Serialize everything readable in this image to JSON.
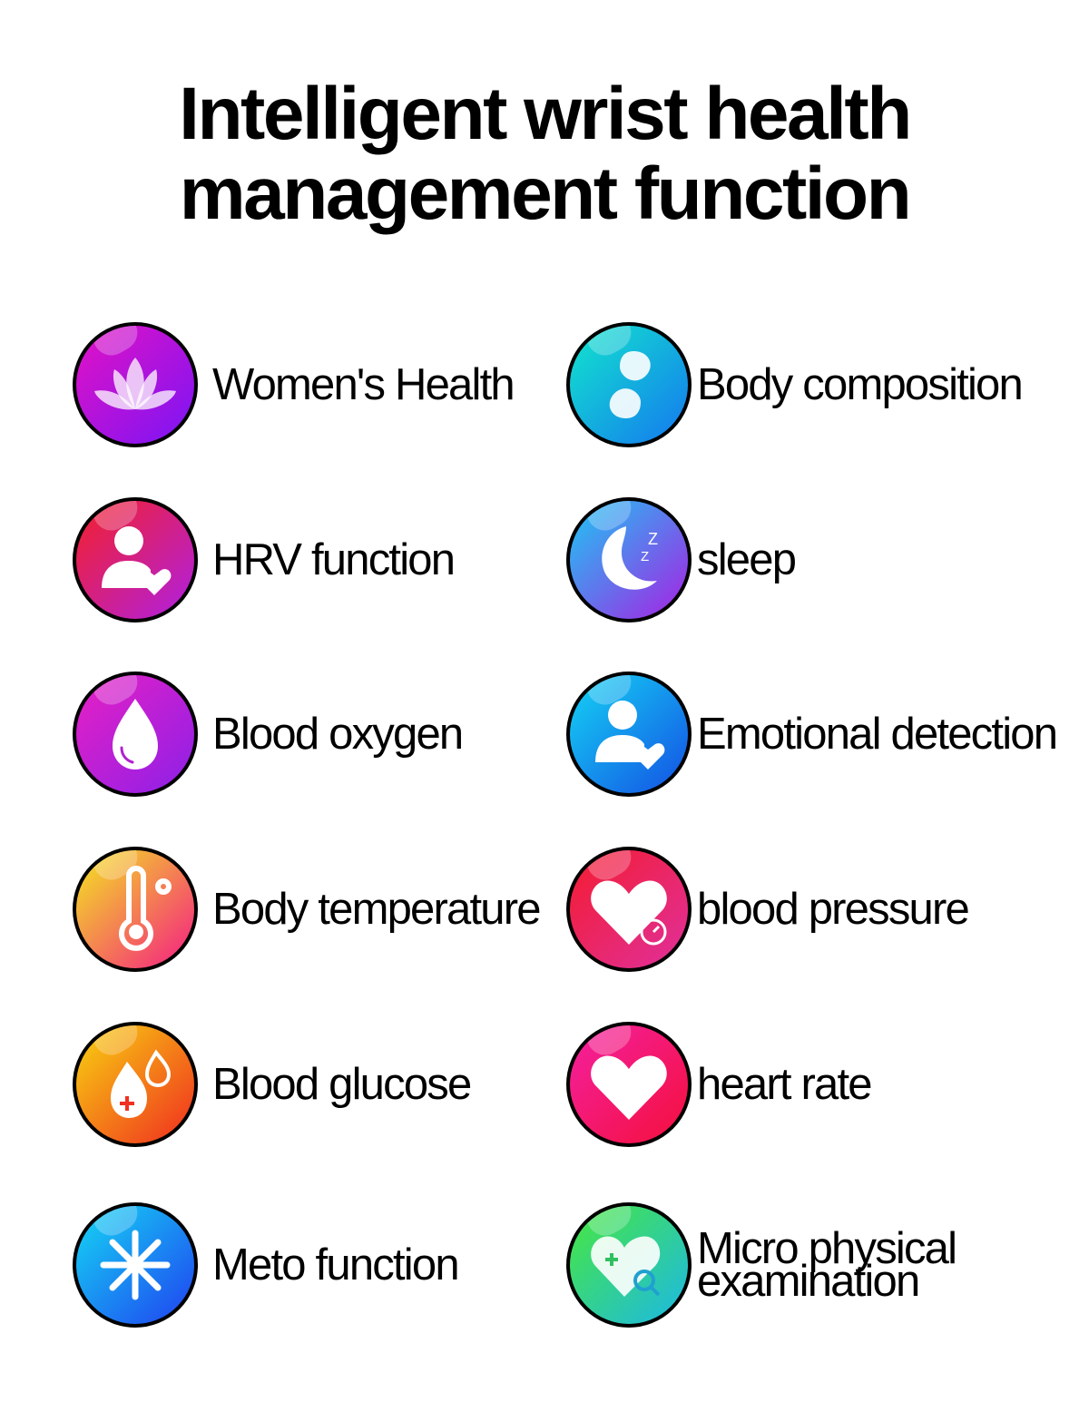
{
  "title": {
    "line1": "Intelligent wrist health",
    "line2": "management function"
  },
  "features": [
    {
      "label": "Women's Health",
      "icon": "lotus-icon",
      "colors": [
        "#e412c4",
        "#7a14f5"
      ]
    },
    {
      "label": "Body composition",
      "icon": "body-composition-icon",
      "colors": [
        "#12e6cc",
        "#1478f0"
      ]
    },
    {
      "label": "HRV function",
      "icon": "person-heart-icon",
      "colors": [
        "#f42028",
        "#b020e4"
      ]
    },
    {
      "label": "sleep",
      "icon": "moon-icon",
      "colors": [
        "#1cc8f4",
        "#a820e4"
      ]
    },
    {
      "label": "Blood oxygen",
      "icon": "drop-icon",
      "colors": [
        "#e820c4",
        "#8c20e8"
      ]
    },
    {
      "label": "Emotional detection",
      "icon": "person-heart-icon",
      "colors": [
        "#14d4f4",
        "#1450e4"
      ]
    },
    {
      "label": "Body temperature",
      "icon": "thermometer-icon",
      "colors": [
        "#f4e820",
        "#f41c84"
      ]
    },
    {
      "label": "blood pressure",
      "icon": "heart-gauge-icon",
      "colors": [
        "#f41c30",
        "#e0309c"
      ]
    },
    {
      "label": "Blood glucose",
      "icon": "glucose-drop-icon",
      "colors": [
        "#f8d410",
        "#f02c20"
      ]
    },
    {
      "label": "heart rate",
      "icon": "heart-icon",
      "colors": [
        "#f420a0",
        "#f4103c"
      ]
    },
    {
      "label": "Meto function",
      "icon": "snowflake-icon",
      "colors": [
        "#14d8f4",
        "#2040f0"
      ]
    },
    {
      "label": "Micro physical examination",
      "icon": "heart-search-icon",
      "colors": [
        "#48e83c",
        "#1cb8e8"
      ]
    }
  ]
}
